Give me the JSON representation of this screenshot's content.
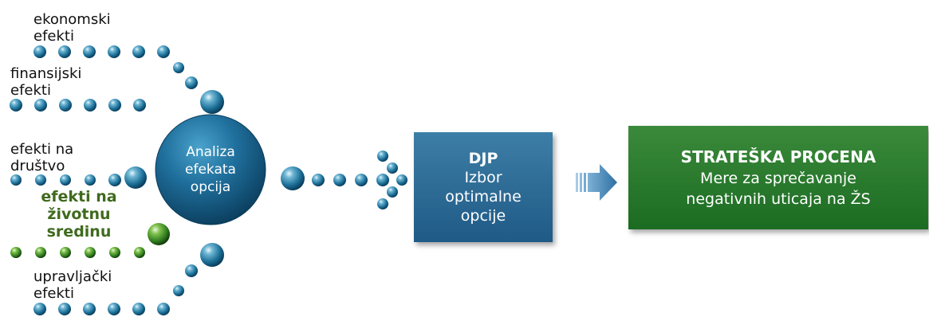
{
  "labels": {
    "economic": "ekonomski efekti",
    "financial": "finansijski efekti",
    "society": "efekti na društvo",
    "environment": "efekti na životnu sredinu",
    "management": "upravljački efekti"
  },
  "center": {
    "line1": "Analiza",
    "line2": "efekata",
    "line3": "opcija"
  },
  "djp": {
    "title": "DJP",
    "text": "Izbor optimalne opcije"
  },
  "strategic": {
    "title": "STRATEŠKA PROCENA",
    "text": "Mere za sprečavanje negativnih uticaja na ŽS"
  },
  "colors": {
    "blue": "#1f5a86",
    "green": "#2e7d32",
    "highlight_text": "#3f6a1d"
  }
}
